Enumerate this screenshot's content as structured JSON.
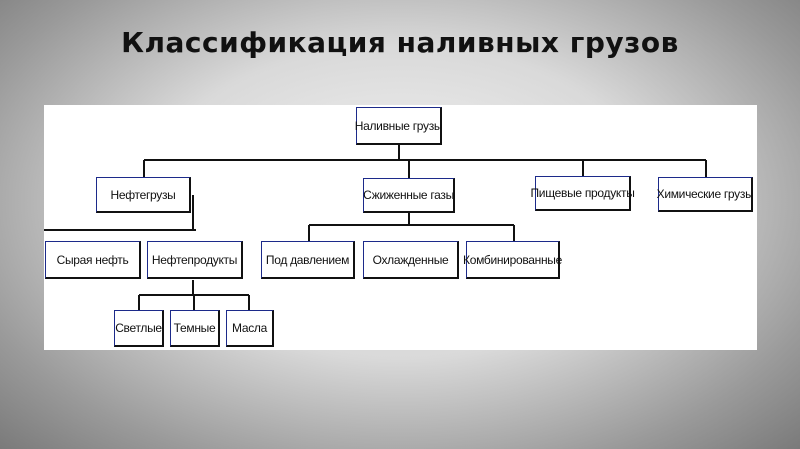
{
  "slide": {
    "title": "Классификация наливных грузов"
  },
  "diagram": {
    "root": "Наливные грузы",
    "level1": {
      "oil": "Нефтегрузы",
      "liquefied_gases": "Сжиженные газы",
      "food": "Пищевые продукты",
      "chemical": "Химические грузы"
    },
    "oil_children": {
      "crude": "Сырая нефть",
      "products": "Нефтепродукты"
    },
    "gas_children": {
      "pressure": "Под давлением",
      "cooled": "Охлажденные",
      "combined": "Комбинированные"
    },
    "products_children": {
      "light": "Светлые",
      "dark": "Темные",
      "oils": "Масла"
    }
  }
}
